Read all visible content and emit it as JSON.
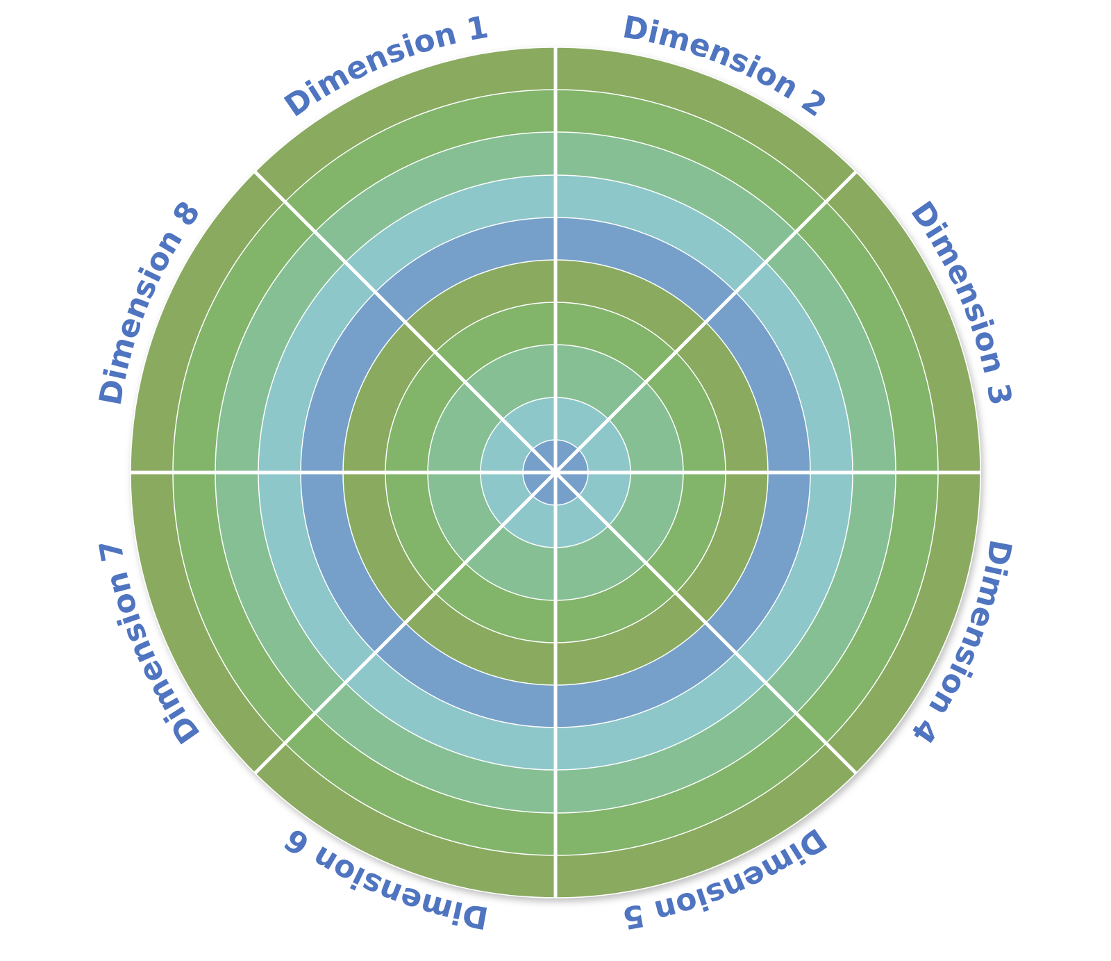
{
  "wheel": {
    "ring_colors": [
      "#76a0c9",
      "#8ec7c9",
      "#86bf94",
      "#82b46a",
      "#8aaa60",
      "#76a0c9",
      "#8ec7c9",
      "#86bf94",
      "#82b46a",
      "#8aaa60"
    ],
    "divider_color": "#ffffff",
    "label_color": "#4f74c0",
    "dimensions": [
      {
        "label": "Dimension 1"
      },
      {
        "label": "Dimension 2"
      },
      {
        "label": "Dimension 3"
      },
      {
        "label": "Dimension 4"
      },
      {
        "label": "Dimension 5"
      },
      {
        "label": "Dimension 6"
      },
      {
        "label": "Dimension 7"
      },
      {
        "label": "Dimension 8"
      }
    ]
  }
}
